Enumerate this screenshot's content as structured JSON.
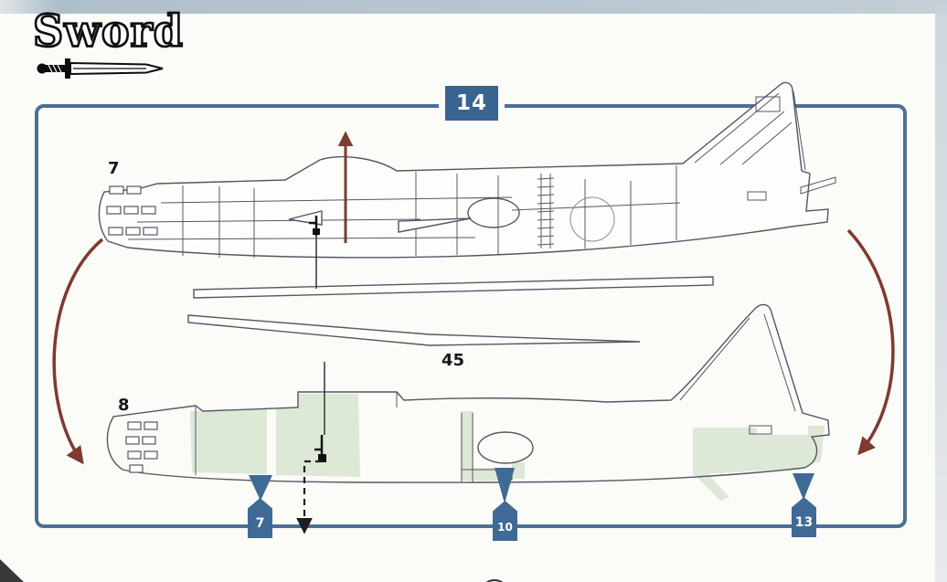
{
  "brand": {
    "name": "Sword"
  },
  "step": {
    "number": "14"
  },
  "parts": {
    "upper_fuselage": "7",
    "lower_fuselage": "8",
    "strip": "45"
  },
  "callouts": [
    {
      "label": "7"
    },
    {
      "label": "10"
    },
    {
      "label": "13"
    }
  ],
  "colors": {
    "frame_blue": "#4c7094",
    "badge_blue": "#39648f",
    "callout_blue": "#3f6a95",
    "arrow_red": "#7e3a30",
    "line_gray": "#565664",
    "shade_green": "#dde8d6",
    "band_blue": "#b8c6d1"
  }
}
